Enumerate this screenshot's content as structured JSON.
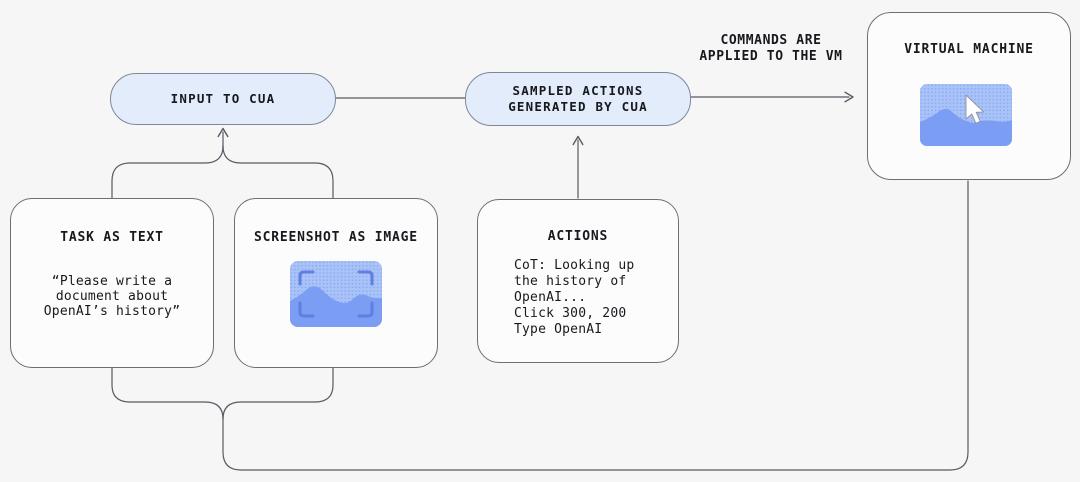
{
  "colors": {
    "background": "#f6f6f7",
    "wire": "#565a61",
    "card_fill": "#fcfcfd",
    "card_border": "#6b6f76",
    "pill_fill": "#e3ecfb",
    "pill_border": "#7e8799",
    "text": "#17191d",
    "thumb_base_blue": "#a9c2f8",
    "thumb_dot_blue": "#84a4ef",
    "thumb_wave_blue": "#7b9df3",
    "viewfinder_bracket_blue": "#5d80e2",
    "cursor_white": "#ffffff"
  },
  "pills": {
    "input": {
      "label": "INPUT TO CUA"
    },
    "sampled": {
      "lines": [
        "SAMPLED ACTIONS",
        "GENERATED BY CUA"
      ]
    }
  },
  "annotations": {
    "commands_to_vm": {
      "lines": [
        "COMMANDS ARE",
        "APPLIED TO THE VM"
      ]
    }
  },
  "cards": {
    "task_as_text": {
      "title": "TASK AS TEXT",
      "body": [
        "“Please write a",
        "document about",
        "OpenAI’s history”"
      ]
    },
    "screenshot_as_image": {
      "title": "SCREENSHOT AS IMAGE",
      "icon": "screenshot-with-viewfinder-icon"
    },
    "actions": {
      "title": "ACTIONS",
      "body": [
        "CoT: Looking up",
        "the history of",
        "OpenAI...",
        "Click 300, 200",
        "Type OpenAI"
      ]
    },
    "virtual_machine": {
      "title": "VIRTUAL MACHINE",
      "icon": "screenshot-with-cursor-icon"
    }
  }
}
